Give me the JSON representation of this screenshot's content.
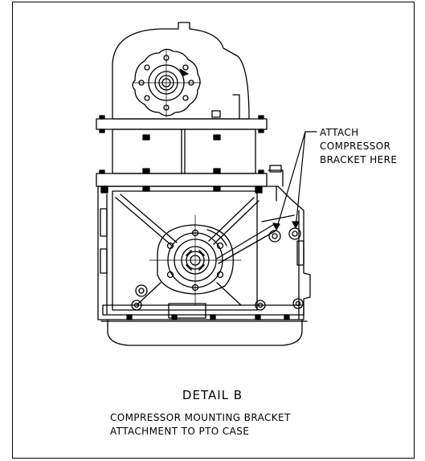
{
  "callout": {
    "line1": "ATTACH",
    "line2": "COMPRESSOR",
    "line3": "BRACKET HERE"
  },
  "detail": {
    "title": "DETAIL B",
    "caption_line1": "COMPRESSOR MOUNTING BRACKET",
    "caption_line2": "ATTACHMENT TO PTO CASE"
  },
  "colors": {
    "line": "#000000",
    "background": "#ffffff"
  }
}
